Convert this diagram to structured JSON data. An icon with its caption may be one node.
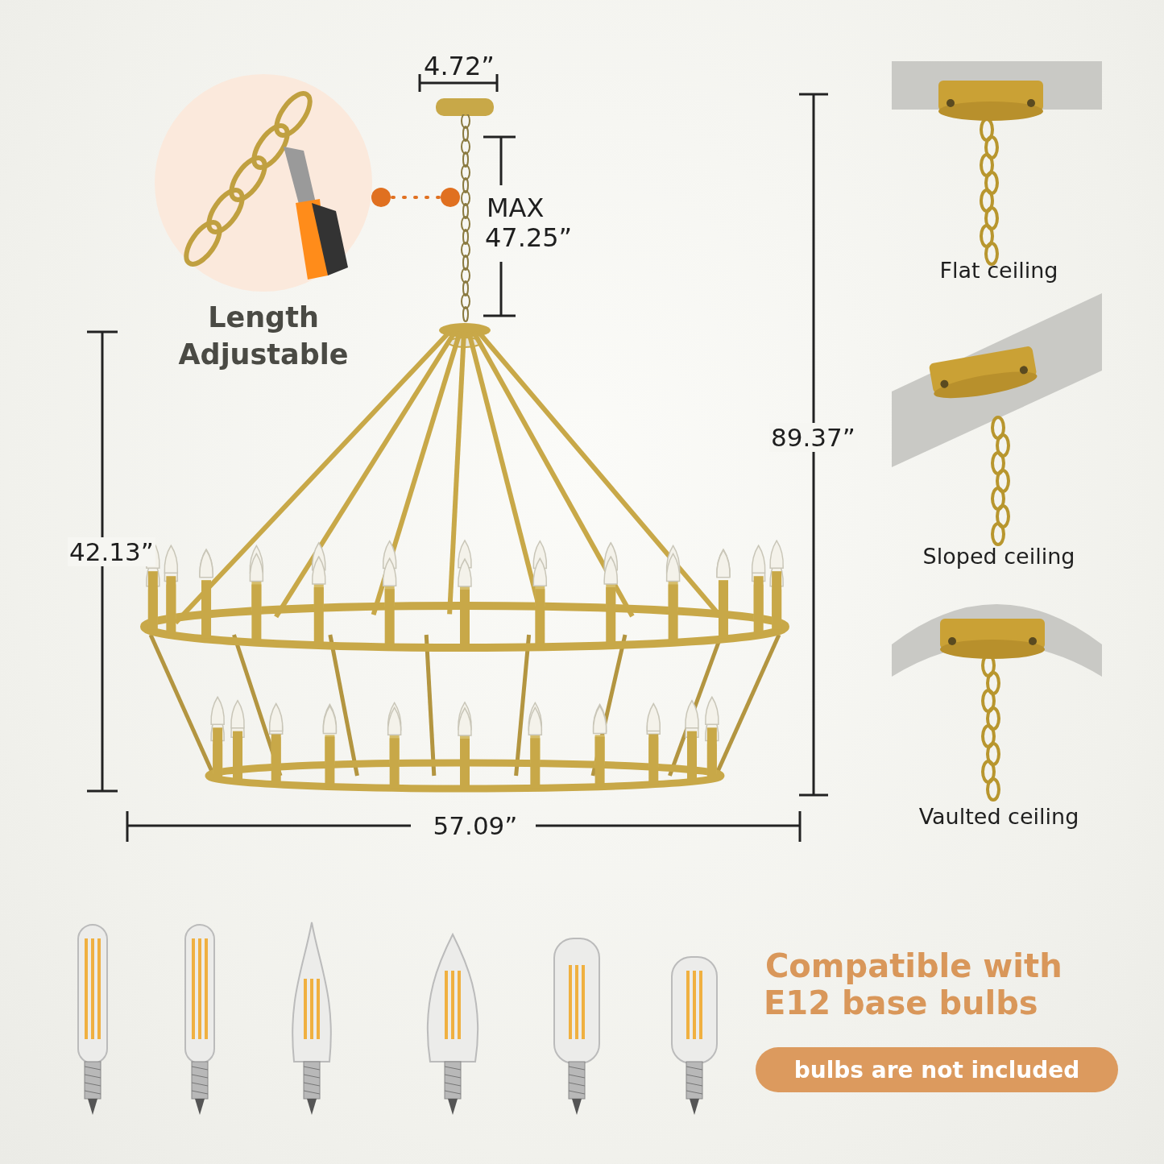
{
  "diagram": {
    "nodes": [
      {
        "text": [
          "Length Adjustable"
        ]
      },
      {
        "text": [],
        "shape": "picture"
      },
      {
        "text": [
          "bulbs are not included"
        ]
      }
    ],
    "edges": [
      {
        "from": 0,
        "to": 1,
        "arrow": "other",
        "style": "dashed"
      }
    ],
    "labels": [
      "4.72”",
      "MAX 47.25”",
      "42.13”",
      "89.37”",
      "57.09”",
      "Flat ceiling",
      "Sloped ceiling",
      "Vaulted ceiling",
      "Compatible with E12 base bulbs"
    ]
  }
}
